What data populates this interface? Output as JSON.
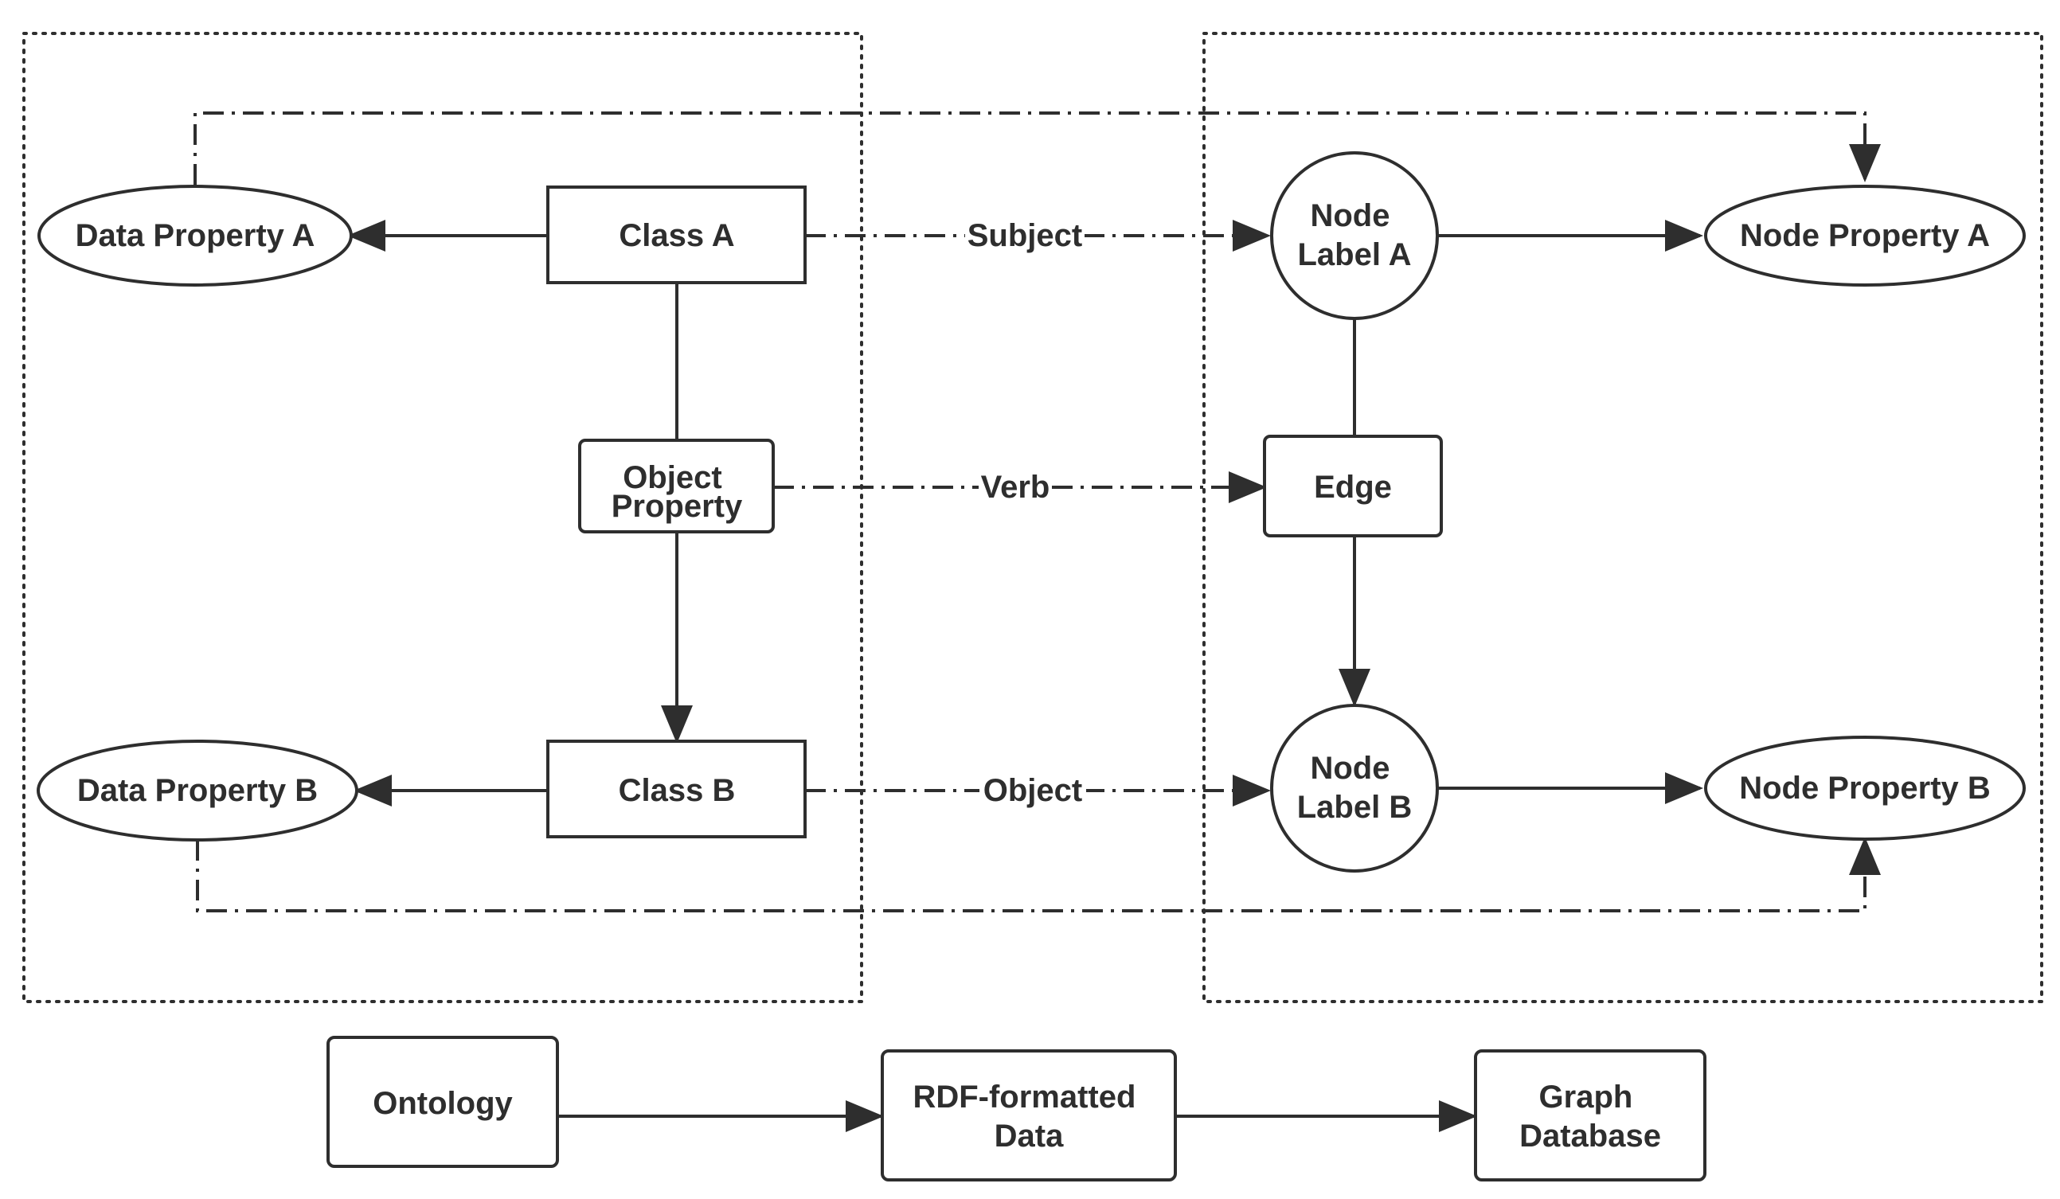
{
  "nodes": {
    "data_property_a": "Data Property A",
    "class_a": "Class A",
    "object_property": [
      "Object",
      "Property"
    ],
    "class_b": "Class B",
    "data_property_b": "Data Property B",
    "node_label_a": [
      "Node",
      "Label A"
    ],
    "edge": "Edge",
    "node_label_b": [
      "Node",
      "Label B"
    ],
    "node_property_a": "Node Property A",
    "node_property_b": "Node Property B",
    "ontology": "Ontology",
    "rdf_data": [
      "RDF-formatted",
      "Data"
    ],
    "graph_database": [
      "Graph",
      "Database"
    ]
  },
  "edge_labels": {
    "subject": "Subject",
    "verb": "Verb",
    "object": "Object"
  },
  "colors": {
    "stroke": "#2e2e2e",
    "background": "#ffffff"
  }
}
